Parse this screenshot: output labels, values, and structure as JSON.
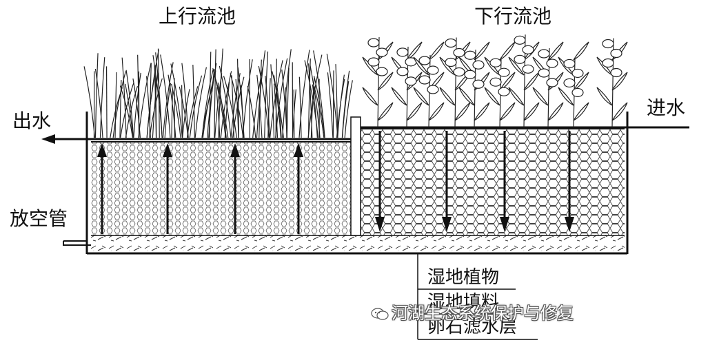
{
  "labels": {
    "upflow_pool": "上行流池",
    "downflow_pool": "下行流池",
    "outlet": "出水",
    "inlet": "进水",
    "drain_pipe": "放空管"
  },
  "legend": {
    "items": [
      "湿地植物",
      "湿地填料",
      "卵石滤水层"
    ]
  },
  "watermark": {
    "text": "河湖生态系统保护与修复",
    "icon": "wechat-icon"
  },
  "colors": {
    "ink": "#111111",
    "background": "#ffffff"
  }
}
